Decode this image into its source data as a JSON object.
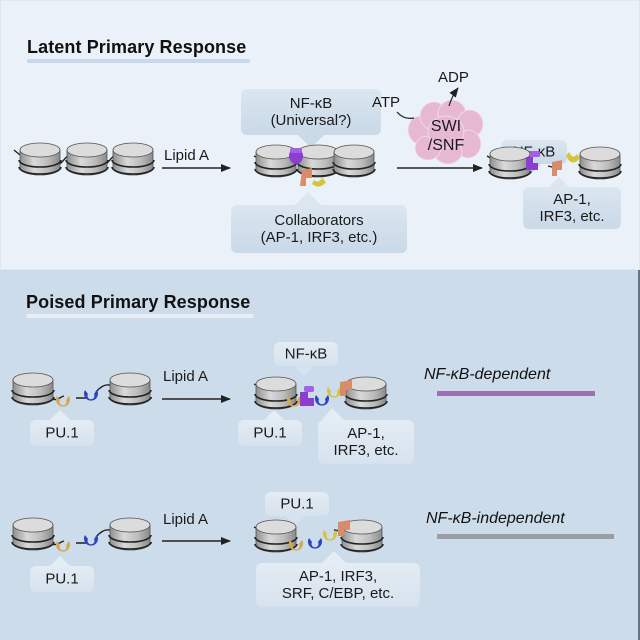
{
  "latent": {
    "title": "Latent Primary Response",
    "stimulus": "Lipid A",
    "nfkb_callout": [
      "NF-κB",
      "(Universal?)"
    ],
    "collaborators_callout": [
      "Collaborators",
      "(AP-1, IRF3, etc.)"
    ],
    "remodeler": {
      "label_line1": "SWI",
      "label_line2": "/SNF",
      "input": "ATP",
      "output": "ADP"
    },
    "final_nfkb_callout": "NF-κB",
    "final_factors_callout": [
      "AP-1,",
      "IRF3, etc."
    ]
  },
  "poised": {
    "title": "Poised Primary Response",
    "dependent": {
      "stimulus": "Lipid A",
      "before_pu1": "PU.1",
      "nfkb_callout": "NF-κB",
      "after_pu1": "PU.1",
      "factors_callout": [
        "AP-1,",
        "IRF3, etc."
      ],
      "legend": "NF-κB-dependent",
      "legend_color": "#9b6fb0"
    },
    "independent": {
      "stimulus": "Lipid A",
      "before_pu1": "PU.1",
      "after_pu1_callout": "PU.1",
      "factors_callout": [
        "AP-1, IRF3,",
        "SRF, C/EBP, etc."
      ],
      "legend": "NF-κB-independent",
      "legend_color": "#9a9ea3"
    }
  },
  "colors": {
    "nfkb": "#8a3fd0",
    "ap1": "#d88c6a",
    "irf3": "#d3c63a",
    "pu1": "#d7a94a",
    "blue_factor": "#2a44c4",
    "swisnf": "#e6b8d2",
    "nucleosome": "#b8b8b8"
  }
}
